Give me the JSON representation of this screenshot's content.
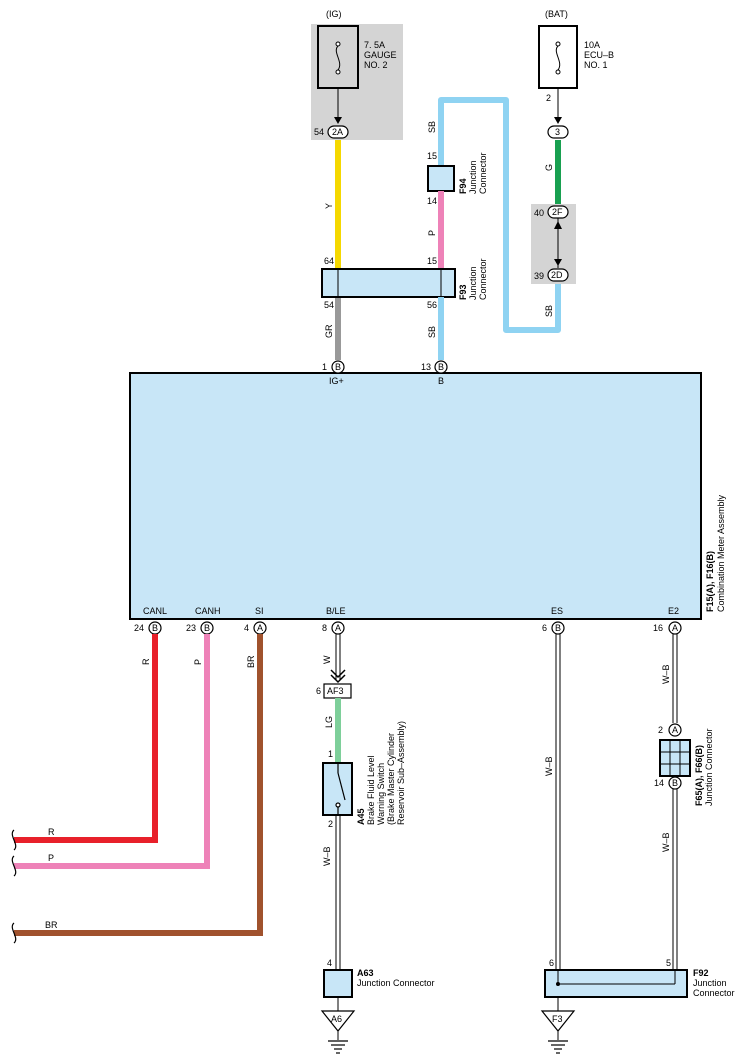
{
  "colors": {
    "box_fill": "#c8e6f7",
    "grey_zone": "#d4d4d4",
    "yellow": "#f5d800",
    "grey_wire": "#999999",
    "sky_blue": "#8fd3f2",
    "pink": "#ee82b8",
    "green": "#18a050",
    "light_green": "#7ecf9a",
    "red": "#e8202a",
    "brown": "#a0522d"
  },
  "supplies": {
    "ig": {
      "label": "(IG)",
      "fuse": [
        "7. 5A",
        "GAUGE",
        "NO. 2"
      ],
      "pin": "54",
      "conn": "2A"
    },
    "bat": {
      "label": "(BAT)",
      "fuse": [
        "10A",
        "ECU–B",
        "NO. 1"
      ],
      "pin_top": "2",
      "conn_top": "3",
      "pin_f": "40",
      "conn_f": "2F",
      "pin_d": "39",
      "conn_d": "2D"
    }
  },
  "wires": {
    "y": "Y",
    "gr": "GR",
    "sb1": "SB",
    "sb2": "SB",
    "sb3": "SB",
    "p1": "P",
    "g": "G",
    "r1": "R",
    "p2": "P",
    "br1": "BR",
    "w": "W",
    "lg": "LG",
    "wb1": "W–B",
    "wb2": "W–B",
    "wb3": "W–B",
    "wb4": "W–B",
    "r2": "R",
    "p3": "P",
    "br2": "BR"
  },
  "f94": {
    "id": "F94",
    "desc": [
      "Junction",
      "Connector"
    ],
    "pin_top": "15",
    "pin_bot": "14"
  },
  "f93": {
    "id": "F93",
    "desc": [
      "Junction",
      "Connector"
    ],
    "p64": "64",
    "p15": "15",
    "p54": "54",
    "p56": "56"
  },
  "meter": {
    "id": "F15(A), F16(B)",
    "desc": "Combination Meter Assembly",
    "top_pins": [
      {
        "num": "1",
        "conn": "B",
        "name": "IG+"
      },
      {
        "num": "13",
        "conn": "B",
        "name": "B"
      }
    ],
    "bottom_pins": [
      {
        "num": "24",
        "conn": "B",
        "name": "CANL"
      },
      {
        "num": "23",
        "conn": "B",
        "name": "CANH"
      },
      {
        "num": "4",
        "conn": "A",
        "name": "SI"
      },
      {
        "num": "8",
        "conn": "A",
        "name": "B/LE"
      },
      {
        "num": "6",
        "conn": "B",
        "name": "ES"
      },
      {
        "num": "16",
        "conn": "A",
        "name": "E2"
      }
    ]
  },
  "af3": {
    "pin": "6",
    "conn": "AF3"
  },
  "a45": {
    "id": "A45",
    "desc": [
      "Brake Fluid Level",
      "Warning Switch",
      "(Brake Master Cylinder",
      "Reservoir Sub–Assembly)"
    ],
    "pin_top": "1",
    "pin_bot": "2"
  },
  "f65": {
    "id": "F65(A), F66(B)",
    "desc": "Junction Connector",
    "pin_top": "2",
    "conn_top": "A",
    "pin_bot": "14",
    "conn_bot": "B"
  },
  "a63": {
    "id": "A63",
    "desc": "Junction Connector",
    "pin": "4"
  },
  "f92": {
    "id": "F92",
    "desc": [
      "Junction",
      "Connector"
    ],
    "pin_l": "6",
    "pin_r": "5"
  },
  "grounds": {
    "a6": "A6",
    "f3": "F3"
  }
}
